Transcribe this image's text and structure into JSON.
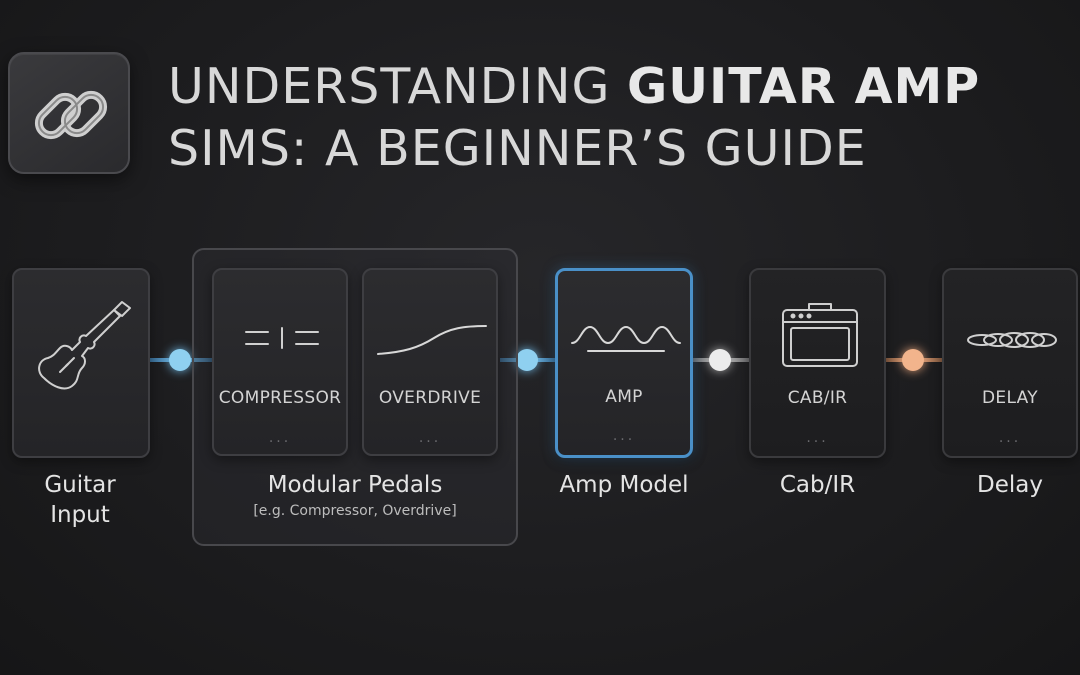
{
  "title": {
    "line1_plain": "UNDERSTANDING ",
    "line1_strong": "GUITAR AMP",
    "line2": "SIMS: A BEGINNER’S GUIDE"
  },
  "logo": {
    "icon": "chain-link-icon"
  },
  "stages": {
    "guitar_input": {
      "label": "Guitar Input",
      "icon": "electric-guitar-icon"
    },
    "modular_pedals": {
      "label": "Modular Pedals",
      "sublabel": "[e.g. Compressor, Overdrive]",
      "pedals": [
        {
          "name": "COMPRESSOR",
          "icon": "compressor-icon",
          "dots": "..."
        },
        {
          "name": "OVERDRIVE",
          "icon": "overdrive-curve-icon",
          "dots": "..."
        }
      ]
    },
    "amp_model": {
      "label": "Amp Model",
      "box_name": "AMP",
      "icon": "waveform-icon",
      "dots": "..."
    },
    "cab_ir": {
      "label": "Cab/IR",
      "box_name": "CAB/IR",
      "icon": "amp-cabinet-icon",
      "dots": "..."
    },
    "delay": {
      "label": "Delay",
      "box_name": "DELAY",
      "icon": "delay-echo-icon",
      "dots": "..."
    }
  },
  "colors": {
    "node_blue": "#8fd0f0",
    "node_white": "#ececec",
    "node_orange": "#f2b48c",
    "amp_border": "#4a90c8"
  }
}
